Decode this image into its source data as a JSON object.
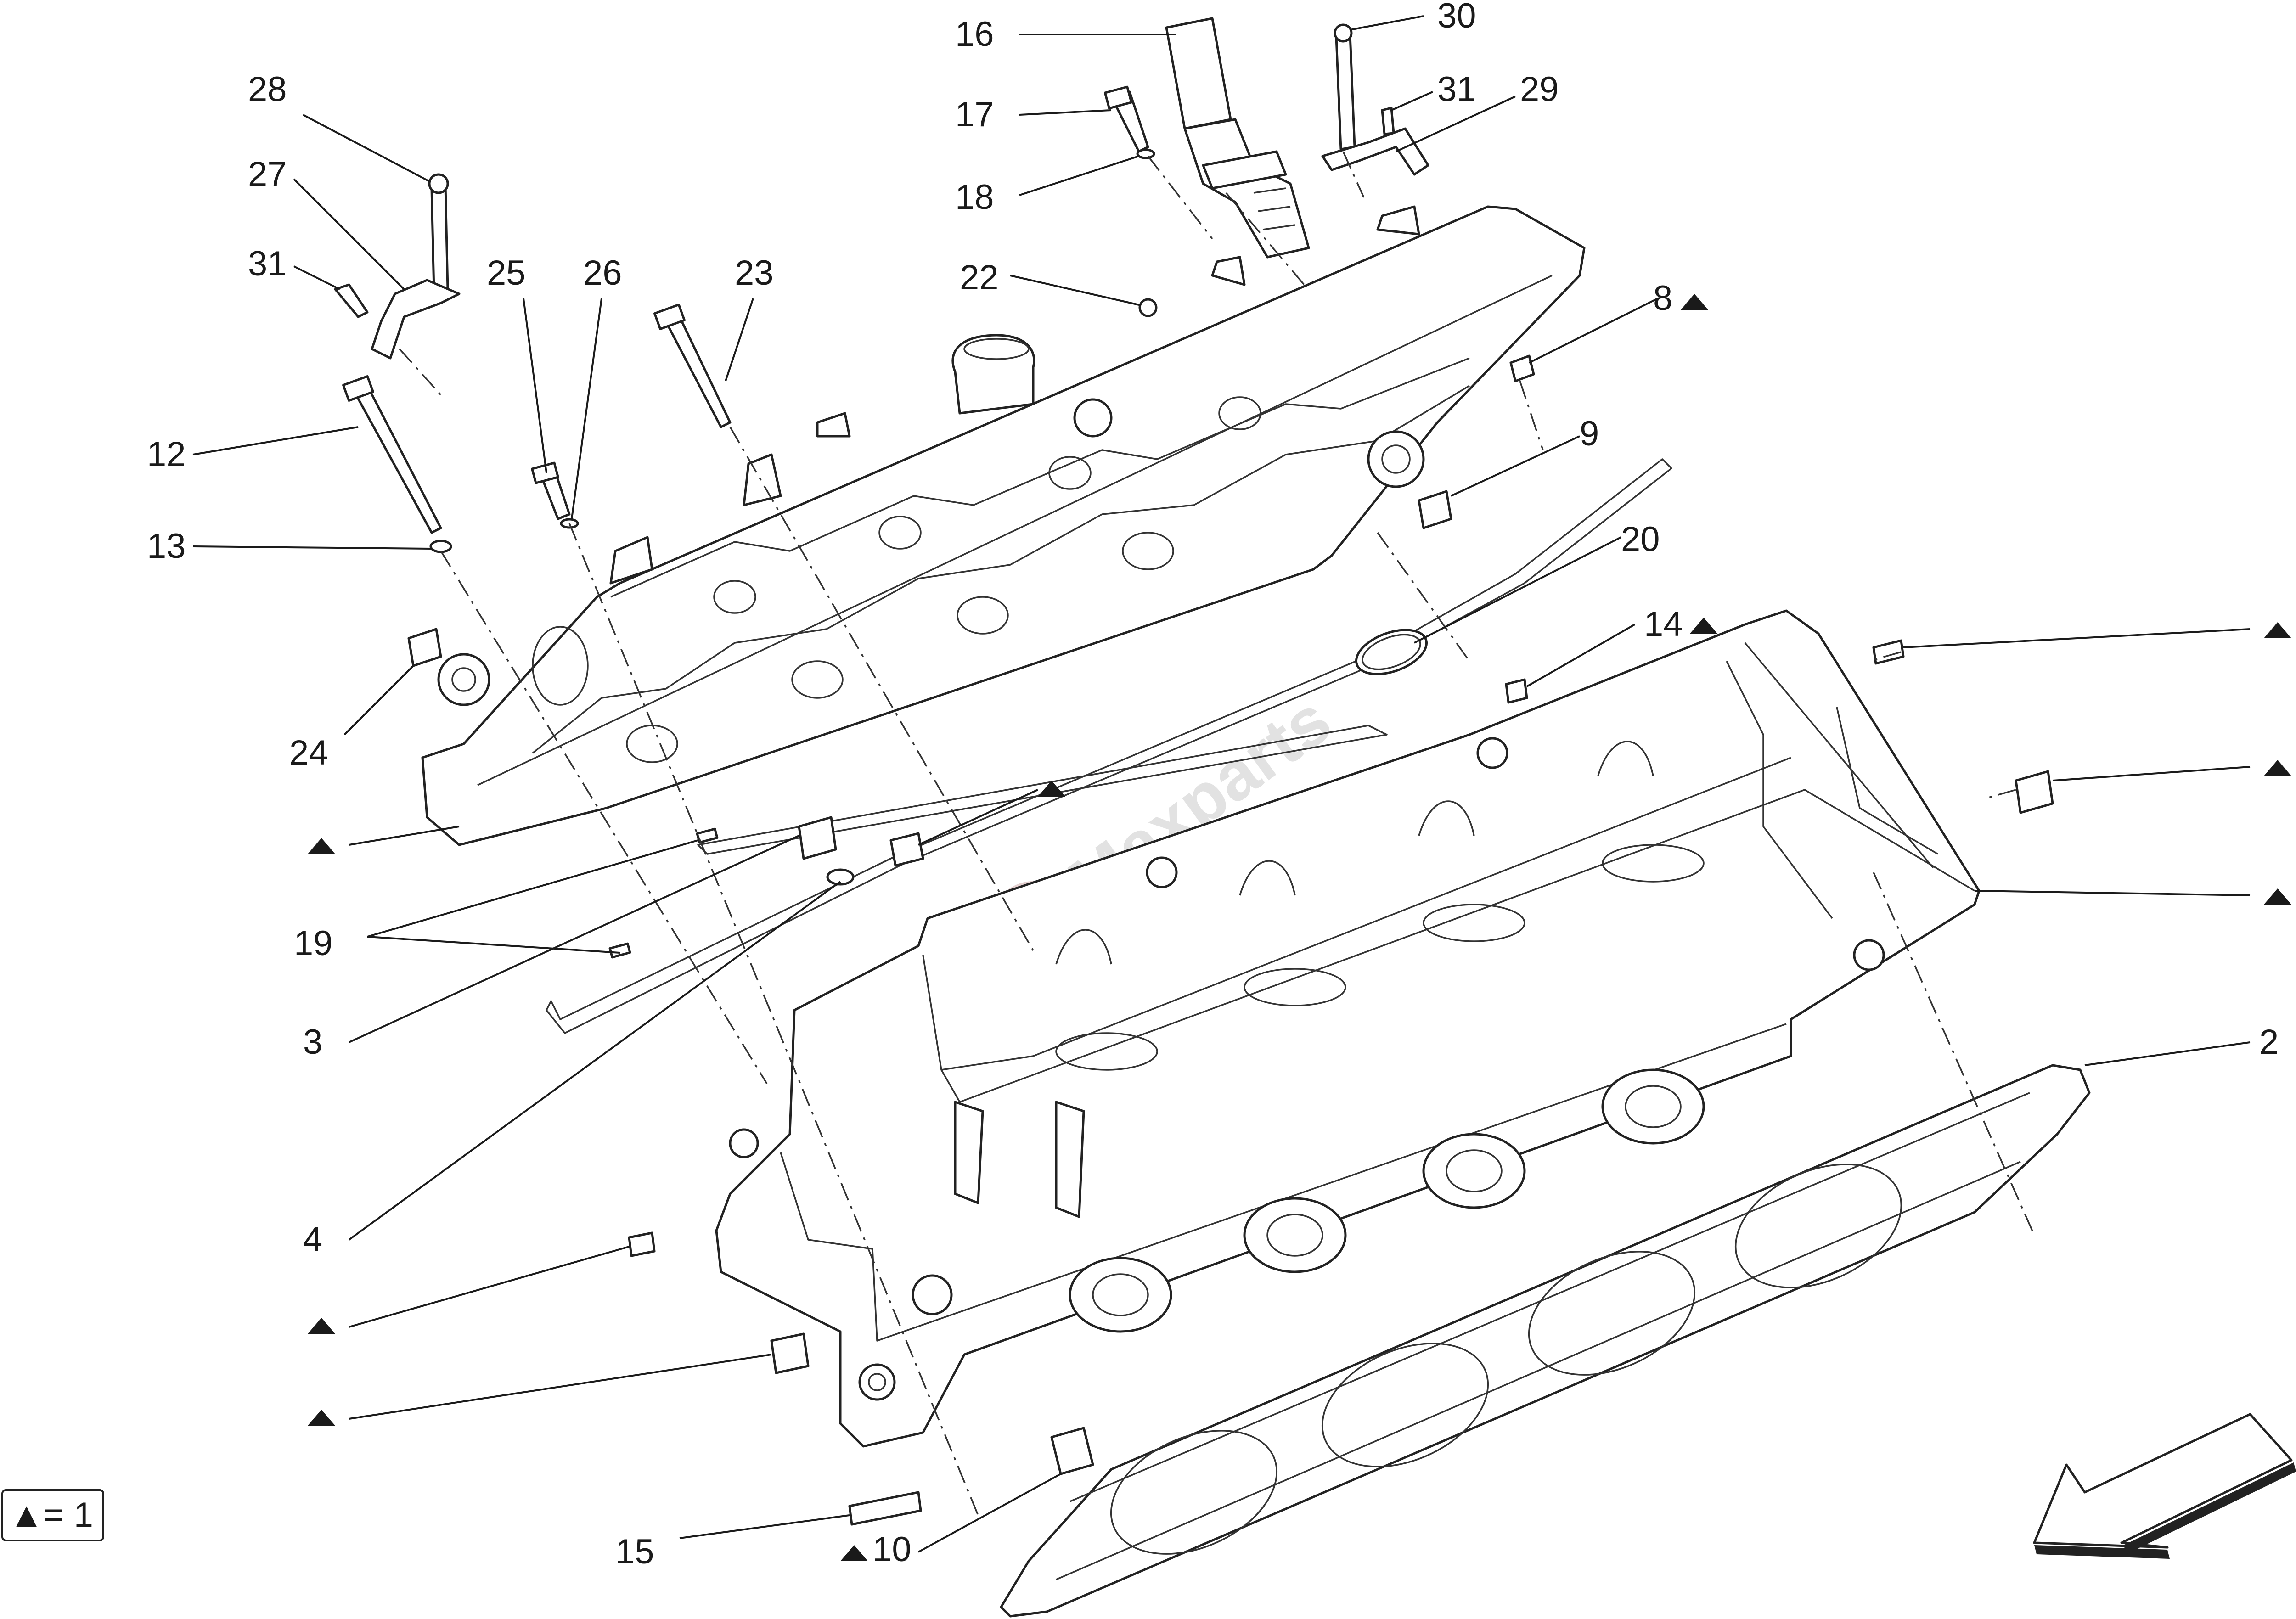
{
  "callouts": {
    "c1": "16",
    "c2": "17",
    "c3": "18",
    "c4": "30",
    "c5": "31",
    "c6": "29",
    "c7": "28",
    "c8": "27",
    "c9": "31",
    "c10": "25",
    "c11": "26",
    "c12": "23",
    "c13": "22",
    "c14": "8",
    "c15": "9",
    "c16": "12",
    "c17": "13",
    "c18": "20",
    "c19": "14",
    "c20": "24",
    "c21": "19",
    "c22": "3",
    "c23": "4",
    "c24": "2",
    "c25": "15",
    "c26": "10"
  },
  "marker": "▲",
  "legend": {
    "text": "▲= 1"
  },
  "watermark": {
    "text": "Maxparts"
  },
  "icons": {
    "direction": "direction-arrow-icon",
    "marker": "triangle-marker-icon"
  }
}
